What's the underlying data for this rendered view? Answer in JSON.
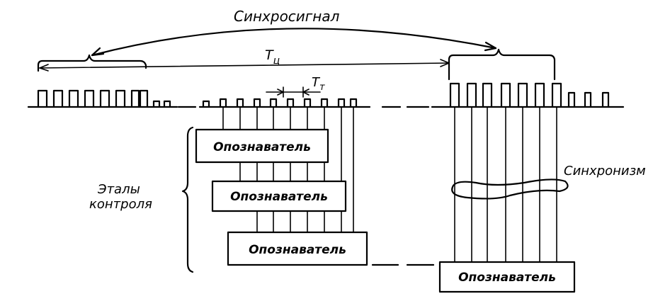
{
  "labels": {
    "sync_signal": "Синхросигнал",
    "cycle_period_main": "T",
    "cycle_period_sub": "ц",
    "clock_period_main": "T",
    "clock_period_sub": "т",
    "control_stages_line1": "Эталы",
    "control_stages_line2": "контроля",
    "synchronism": "Синхронизм"
  },
  "identifiers": [
    {
      "label": "Опознаватель"
    },
    {
      "label": "Опознаватель"
    },
    {
      "label": "Опознаватель"
    },
    {
      "label": "Опознаватель"
    }
  ]
}
